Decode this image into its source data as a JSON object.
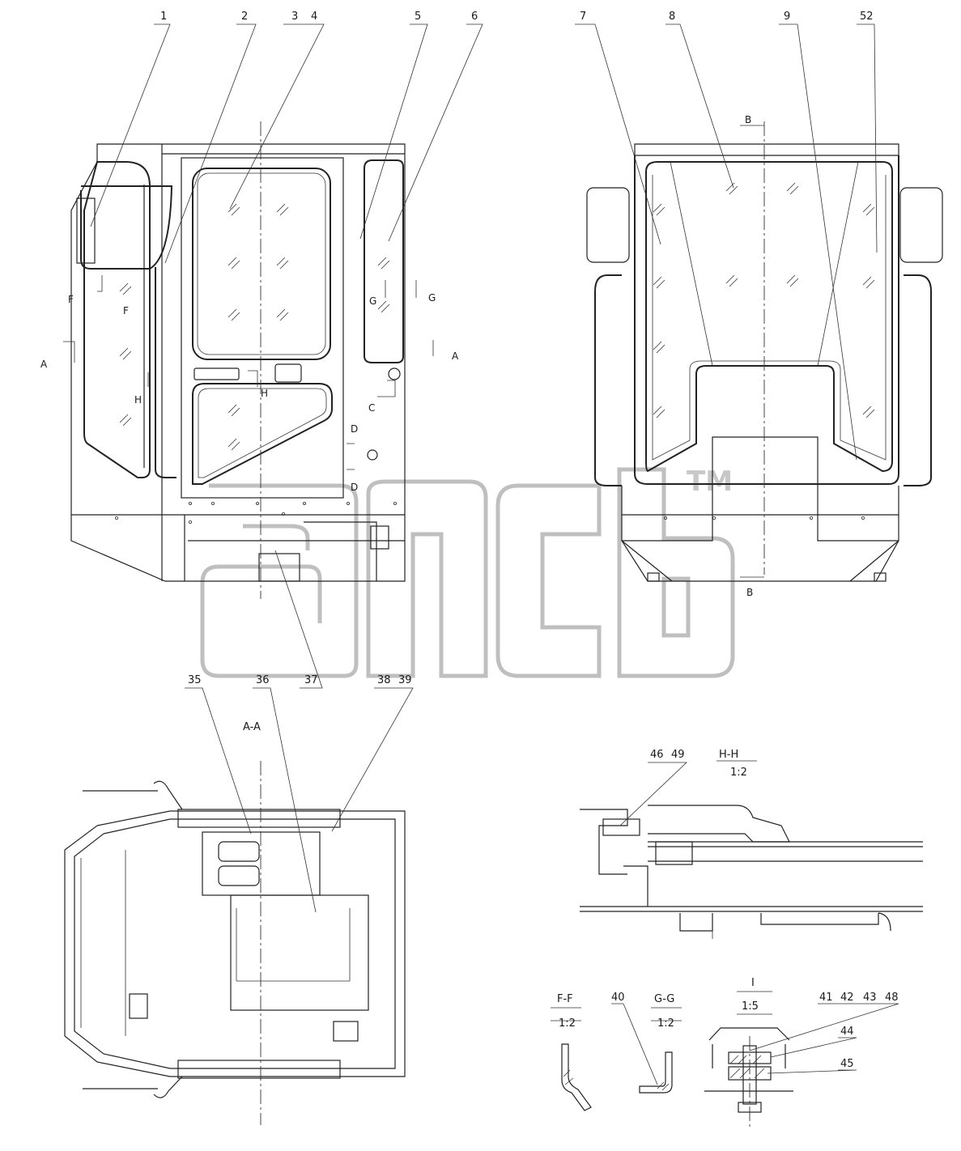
{
  "callouts_top_left": [
    "1",
    "2",
    "3",
    "4",
    "5",
    "6"
  ],
  "callouts_top_right": [
    "7",
    "8",
    "9",
    "52"
  ],
  "callout_37": "37",
  "callouts_bottom_left": [
    "35",
    "36",
    "38",
    "39"
  ],
  "callouts_hh": [
    "46",
    "49"
  ],
  "callout_40": "40",
  "callouts_detail_i": [
    "41",
    "42",
    "43",
    "48"
  ],
  "callout_44": "44",
  "callout_45": "45",
  "section_marks": {
    "a": "A",
    "f": "F",
    "g": "G",
    "h": "H",
    "c": "C",
    "d": "D",
    "b": "B"
  },
  "views": {
    "aa": "A-A",
    "hh": "H-H",
    "hh_scale": "1:2",
    "ff": "F-F",
    "ff_scale": "1:2",
    "gg": "G-G",
    "gg_scale": "1:2",
    "detail_i": "I",
    "detail_i_scale": "1:5"
  },
  "watermark": {
    "text": "ancb",
    "tm": "TM"
  },
  "colors": {
    "line": "#222222",
    "background": "#ffffff",
    "watermark": "#bfbfbf"
  }
}
